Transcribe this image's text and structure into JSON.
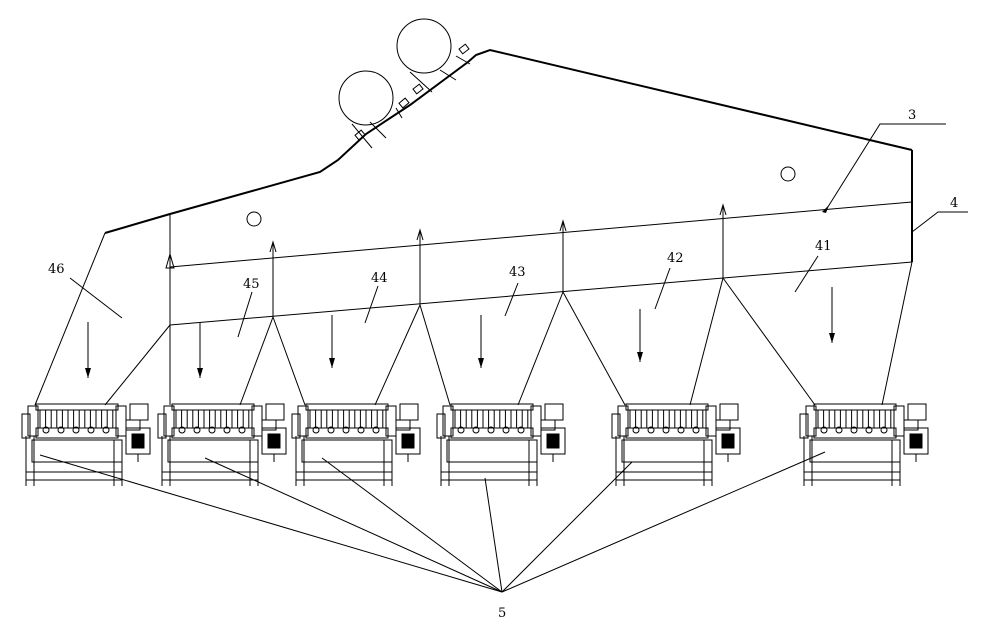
{
  "diagram": {
    "labels": {
      "l3": "3",
      "l4": "4",
      "l41": "41",
      "l42": "42",
      "l43": "43",
      "l44": "44",
      "l45": "45",
      "l46": "46",
      "l5": "5"
    },
    "filter_press_count": 6,
    "compartment_count": 6,
    "vibrator_count": 2,
    "stroke_color": "#000000",
    "background_color": "#ffffff"
  }
}
